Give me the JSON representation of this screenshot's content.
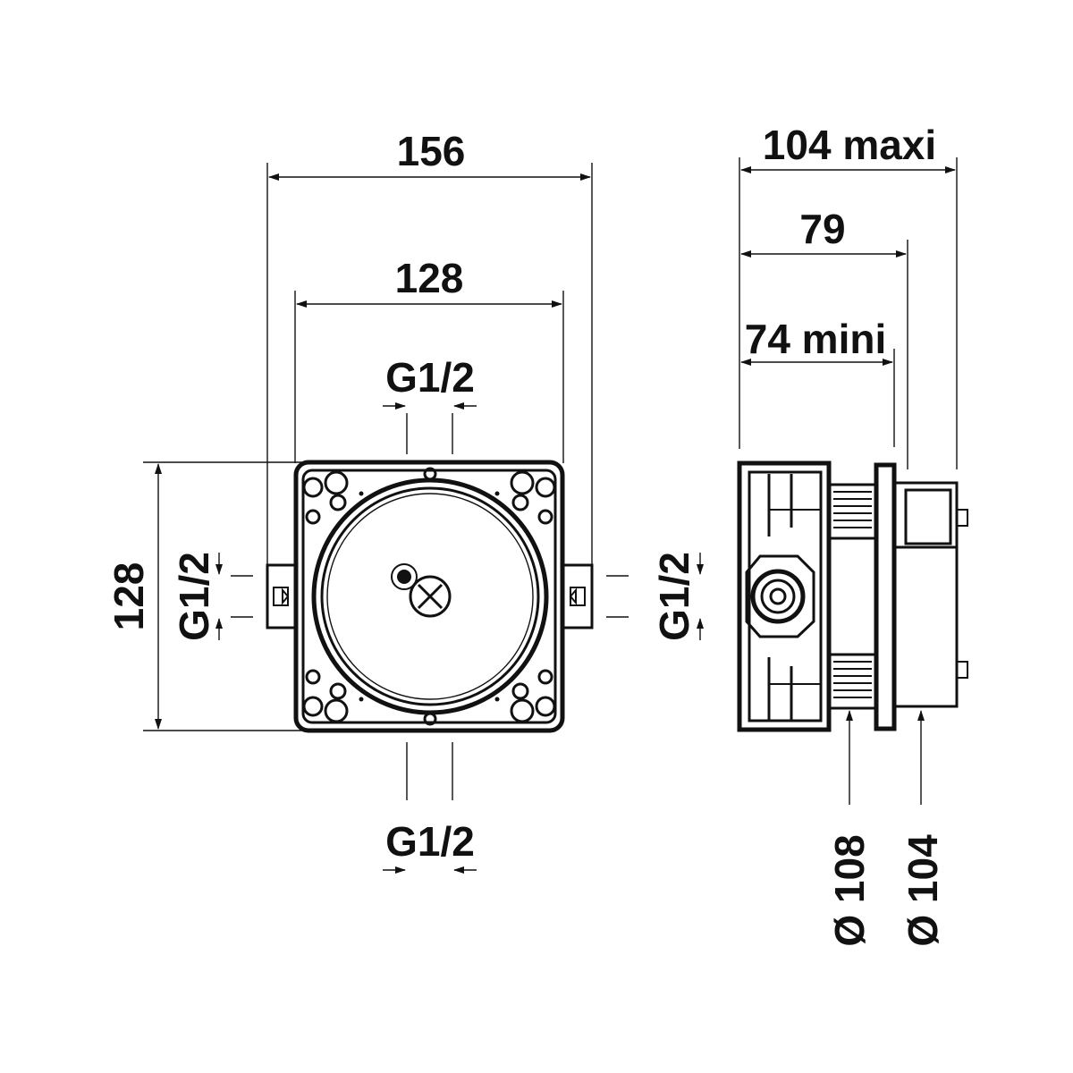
{
  "front_view": {
    "width_overall": "156",
    "width_body": "128",
    "height_body": "128",
    "thread_top": "G1/2",
    "thread_bottom": "G1/2",
    "thread_left": "G1/2",
    "thread_right": "G1/2"
  },
  "side_view": {
    "depth_max": "104 maxi",
    "depth_nominal": "79",
    "depth_min": "74 mini",
    "diameter_outer": "Ø 108",
    "diameter_inner": "Ø 104"
  }
}
